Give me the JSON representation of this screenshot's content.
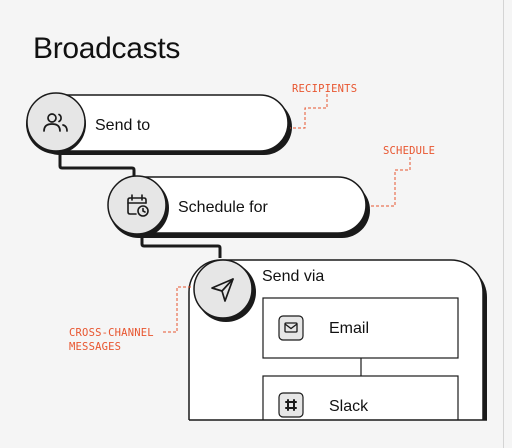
{
  "title": "Broadcasts",
  "steps": [
    {
      "label": "Send to",
      "icon": "users-icon",
      "annotation": "RECIPIENTS"
    },
    {
      "label": "Schedule for",
      "icon": "calendar-clock-icon",
      "annotation": "SCHEDULE"
    },
    {
      "label": "Send via",
      "icon": "send-icon",
      "annotation": "CROSS-CHANNEL\nMESSAGES"
    }
  ],
  "channels": [
    {
      "label": "Email",
      "icon": "mail-icon"
    },
    {
      "label": "Slack",
      "icon": "slack-icon"
    }
  ],
  "colors": {
    "accent": "#e8552f",
    "stroke": "#1a1a1a",
    "card_fill": "#ffffff",
    "icon_circle_fill": "#e6e6e6",
    "background": "#f5f5f5"
  }
}
